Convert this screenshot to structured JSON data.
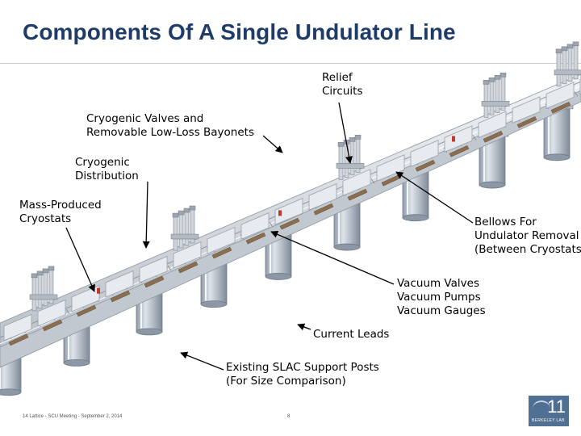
{
  "slide": {
    "title": "Components Of A Single Undulator Line",
    "footer": "14  Lattice - SCU Meeting - September 2, 2014",
    "page_number": "8"
  },
  "labels": {
    "relief": "Relief\nCircuits",
    "valves": "Cryogenic Valves and\nRemovable Low-Loss Bayonets",
    "distribution": "Cryogenic\nDistribution",
    "cryostats": "Mass-Produced\nCryostats",
    "bellows": "Bellows For\nUndulator Removal\n(Between Cryostats)",
    "vacuum": "Vacuum Valves\nVacuum Pumps\nVacuum Gauges",
    "leads": "Current Leads",
    "posts": "Existing SLAC Support Posts\n(For Size Comparison)"
  },
  "logo": {
    "number": "11",
    "text": "BERKELEY LAB"
  },
  "colors": {
    "title": "#1f3c68",
    "beamline": "#d9dde2",
    "post": "#aab4c2",
    "logo_bg": "#4f6f93"
  }
}
